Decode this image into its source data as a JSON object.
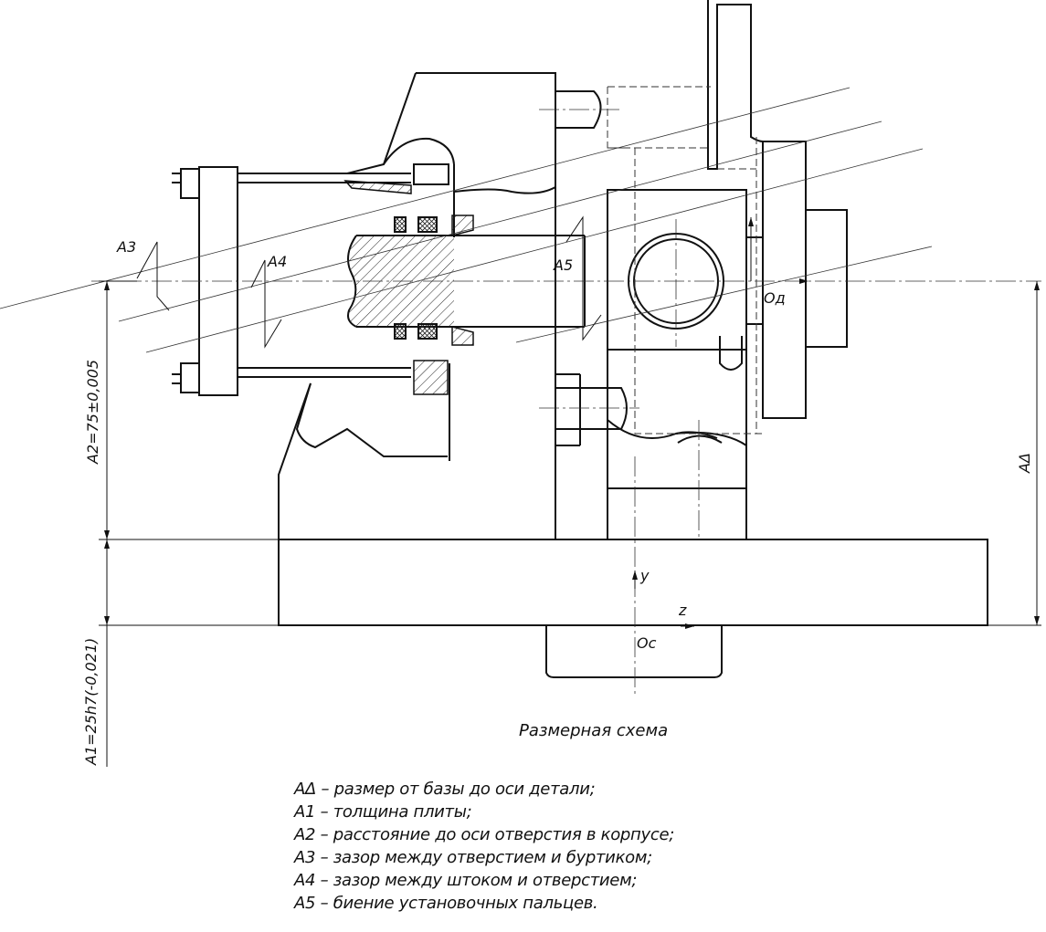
{
  "labels": {
    "a3": "A3",
    "a4": "A4",
    "a5": "A5",
    "od": "Oд",
    "a_delta": "AΔ",
    "a2_dim": "A2=75±0,005",
    "a1_dim": "A1=25h7(-0,021)",
    "y_axis": "y",
    "z_axis": "z",
    "oc": "Oc"
  },
  "caption": "Размерная схема",
  "legend": [
    "AΔ – размер от базы до оси детали;",
    "A1 – толщина плиты;",
    "A2 – расстояние до оси отверстия в корпусе;",
    "A3 – зазор между отверстием и буртиком;",
    "A4 – зазор между штоком и отверстием;",
    "A5 – биение установочных пальцев."
  ]
}
